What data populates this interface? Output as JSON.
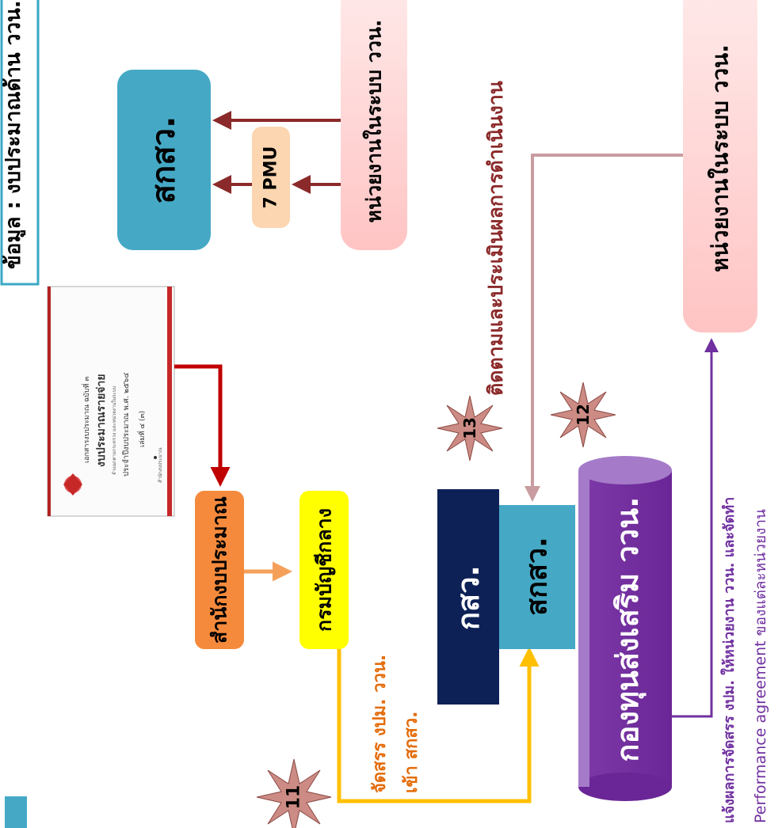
{
  "source_box": {
    "text": "ข้อมูล : งบประมาณด้าน ววน."
  },
  "top_section": {
    "skso_top": "สกสว.",
    "pmu": "7 PMU",
    "agency_top": "หน่วยงานในระบบ ววน."
  },
  "document": {
    "line1": "เอกสารงบประมาณ ฉบับที่ ๓",
    "line2": "งบประมาณรายจ่าย",
    "line3": "จำแนกตามกระทรวง และหน่วยงานในระบบ",
    "line4": "ประจำปีงบประมาณ พ.ศ. ๒๕๖๔",
    "line5": "เล่มที่ ๔ (๓)",
    "footer": "สำนักงบประมาณ"
  },
  "flow": {
    "budget_bureau": "สำนักงบประมาณ",
    "comptroller": "กรมบัญชีกลาง",
    "allocate_line1": "จัดสรร งปม. ววน.",
    "allocate_line2": "เข้า สกสว.",
    "monitor": "ติดตามและประเมินผลการดำเนินงาน",
    "ksv": "กสว.",
    "skso_mid": "สกสว.",
    "fund": "กองทุนส่งเสริม ววน.",
    "agency_bottom": "หน่วยงานในระบบ ววน.",
    "notify_line1": "แจ้งผลการจัดสรร งปม. ให้หน่วยงาน ววน. และจัดทำ",
    "notify_line2": "Performance agreement ของแต่ละหน่วยงาน"
  },
  "steps": {
    "s11": "11",
    "s12": "12",
    "s13": "13"
  },
  "colors": {
    "teal": "#45a9c6",
    "navy": "#0d2157",
    "purple": "#7030a0",
    "orange": "#f58a3c",
    "yellow": "#ffff00",
    "pink": "#ffd3d3",
    "peach": "#fbd6b0",
    "dark_red": "#8b2a2a",
    "red_arrow": "#c00000",
    "orange_text": "#e46c0a",
    "gold_line": "#ffc000",
    "mauve": "#c89ca0",
    "star": "#cc8b84"
  }
}
